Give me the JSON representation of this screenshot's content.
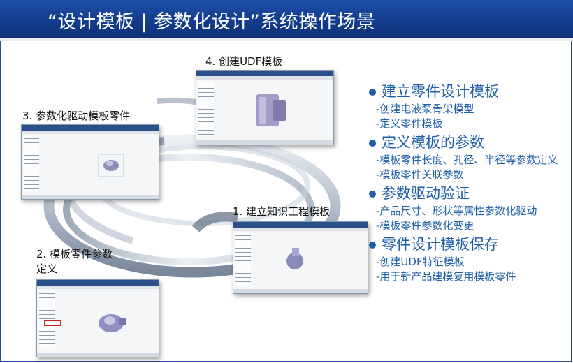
{
  "header": {
    "title": "“设计模板 | 参数化设计”系统操作场景",
    "bg_color": "#123b8a"
  },
  "steps": [
    {
      "label": "1. 建立知识工程模板"
    },
    {
      "label": "2. 模板零件参数\n定义"
    },
    {
      "label": "3. 参数化驱动模板零件"
    },
    {
      "label": "4. 创建UDF模板"
    }
  ],
  "sections": [
    {
      "title": "建立零件设计模板",
      "items": [
        "-创建电液泵骨架模型",
        "-定义零件模板"
      ]
    },
    {
      "title": "定义模板的参数",
      "items": [
        "-模板零件长度、孔径、半径等参数定义",
        "-模板零件关联参数"
      ]
    },
    {
      "title": "参数驱动验证",
      "items": [
        "-产品尺寸、形状等属性参数化驱动",
        "-模板零件参数化变更"
      ]
    },
    {
      "title": "零件设计模板保存",
      "items": [
        "-创建UDF特征模板",
        "-用于新产品建模复用模板零件"
      ]
    }
  ],
  "accent_color": "#1f5fa8"
}
